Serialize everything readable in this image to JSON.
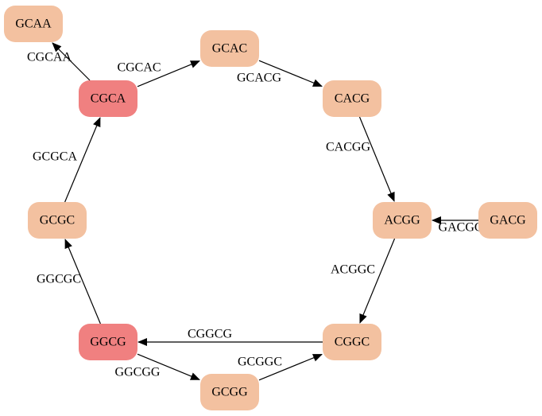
{
  "colors": {
    "default_node": "#f3c1a0",
    "highlight_node": "#f08080",
    "edge": "#000000"
  },
  "nodes": [
    {
      "id": "GCAA",
      "label": "GCAA",
      "highlight": false
    },
    {
      "id": "GCAC",
      "label": "GCAC",
      "highlight": false
    },
    {
      "id": "CGCA",
      "label": "CGCA",
      "highlight": true
    },
    {
      "id": "CACG",
      "label": "CACG",
      "highlight": false
    },
    {
      "id": "GCGC",
      "label": "GCGC",
      "highlight": false
    },
    {
      "id": "ACGG",
      "label": "ACGG",
      "highlight": false
    },
    {
      "id": "GACG",
      "label": "GACG",
      "highlight": false
    },
    {
      "id": "GGCG",
      "label": "GGCG",
      "highlight": true
    },
    {
      "id": "CGGC",
      "label": "CGGC",
      "highlight": false
    },
    {
      "id": "GCGG",
      "label": "GCGG",
      "highlight": false
    }
  ],
  "edges": [
    {
      "from": "CGCA",
      "to": "GCAA",
      "label": "CGCAA"
    },
    {
      "from": "CGCA",
      "to": "GCAC",
      "label": "CGCAC"
    },
    {
      "from": "GCAC",
      "to": "CACG",
      "label": "GCACG"
    },
    {
      "from": "CACG",
      "to": "ACGG",
      "label": "CACGG"
    },
    {
      "from": "GACG",
      "to": "ACGG",
      "label": "GACGG"
    },
    {
      "from": "ACGG",
      "to": "CGGC",
      "label": "ACGGC"
    },
    {
      "from": "CGGC",
      "to": "GGCG",
      "label": "CGGCG"
    },
    {
      "from": "GGCG",
      "to": "GCGG",
      "label": "GGCGG"
    },
    {
      "from": "GCGG",
      "to": "CGGC",
      "label": "GCGGC"
    },
    {
      "from": "GGCG",
      "to": "GCGC",
      "label": "GGCGC"
    },
    {
      "from": "GCGC",
      "to": "CGCA",
      "label": "GCGCA"
    }
  ]
}
